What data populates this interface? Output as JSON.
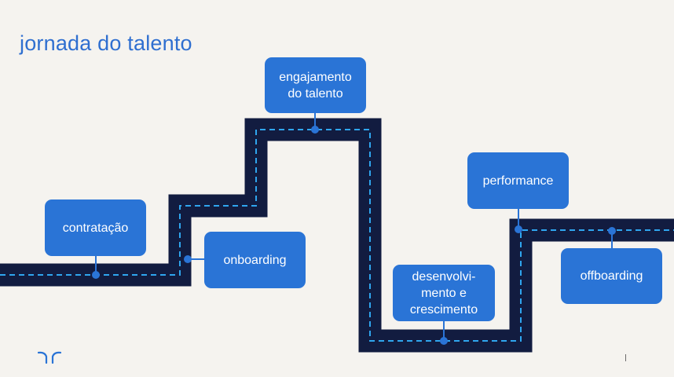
{
  "title": "jornada do talento",
  "colors": {
    "background": "#f5f3ef",
    "road": "#121c40",
    "dash": "#2fa6ef",
    "box": "#2a74d6",
    "title": "#2f6fd0"
  },
  "stages": [
    {
      "id": "contratacao",
      "label": "contratação"
    },
    {
      "id": "onboarding",
      "label": "onboarding"
    },
    {
      "id": "engajamento",
      "label": "engajamento\ndo talento"
    },
    {
      "id": "desenvolvimento",
      "label": "desenvolvi-\nmento e\ncrescimento"
    },
    {
      "id": "performance",
      "label": "performance"
    },
    {
      "id": "offboarding",
      "label": "offboarding"
    }
  ],
  "logo_icon": "brand-logo-icon"
}
